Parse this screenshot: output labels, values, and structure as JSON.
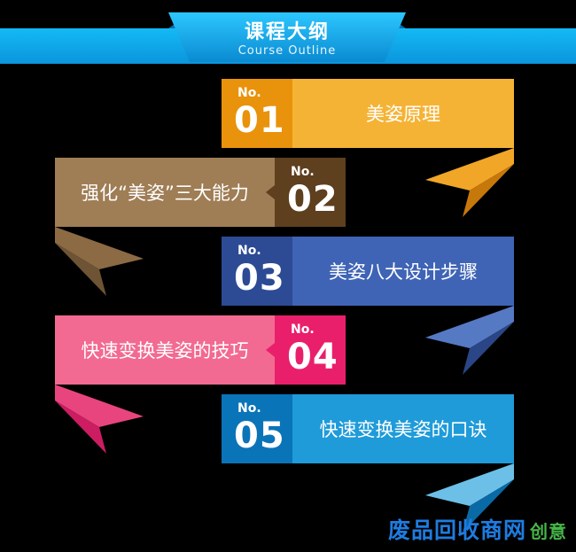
{
  "header": {
    "title": "课程大纲",
    "subtitle": "Course Outline"
  },
  "items": [
    {
      "no": "No.",
      "num": "01",
      "label": "美姿原理",
      "side": "right",
      "color_num": "#e9920c",
      "color_label": "#f5b335",
      "color_tail": "#c7780a"
    },
    {
      "no": "No.",
      "num": "02",
      "label": "强化“美姿”三大能力",
      "side": "left",
      "color_num": "#5e3f1e",
      "color_label": "#9f7d55",
      "color_tail": "#6e5434"
    },
    {
      "no": "No.",
      "num": "03",
      "label": "美姿八大设计步骤",
      "side": "right",
      "color_num": "#2c4b94",
      "color_label": "#3f64b6",
      "color_tail": "#2a4686"
    },
    {
      "no": "No.",
      "num": "04",
      "label": "快速变换美姿的技巧",
      "side": "left",
      "color_num": "#ea1f6c",
      "color_label": "#f26a91",
      "color_tail": "#cc1d62"
    },
    {
      "no": "No.",
      "num": "05",
      "label": "快速变换美姿的口诀",
      "side": "right",
      "color_num": "#0a74b8",
      "color_label": "#1f9bd9",
      "color_tail": "#0a6aa6"
    }
  ],
  "watermark": {
    "main": "废品回收商网",
    "green": "创意"
  }
}
